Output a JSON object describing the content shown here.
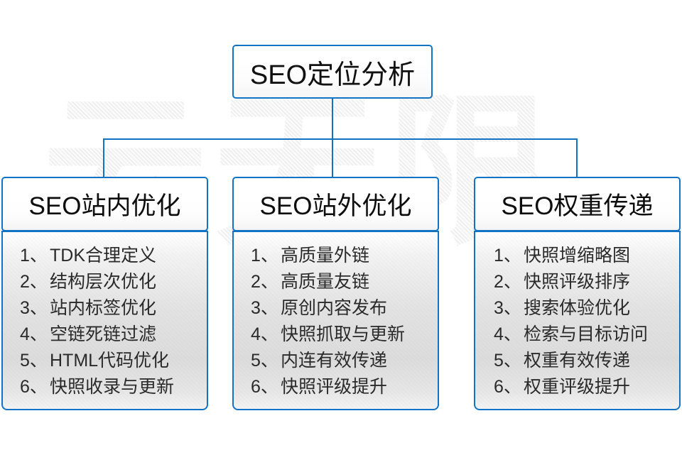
{
  "diagram": {
    "title": "SEO定位分析",
    "watermark_text": "云无限",
    "accent_color": "#1272C4",
    "text_color": "#1A1A1A",
    "panel_gradient_start": "#FFFFFF",
    "panel_gradient_mid": "#DCDCDC",
    "panel_gradient_end": "#F3F3F3",
    "columns": [
      {
        "header": "SEO站内优化",
        "items": [
          {
            "num": "1、",
            "label": "TDK合理定义"
          },
          {
            "num": "2、",
            "label": "结构层次优化"
          },
          {
            "num": "3、",
            "label": "站内标签优化"
          },
          {
            "num": "4、",
            "label": "空链死链过滤"
          },
          {
            "num": "5、",
            "label": "HTML代码优化"
          },
          {
            "num": "6、",
            "label": "快照收录与更新"
          }
        ]
      },
      {
        "header": "SEO站外优化",
        "items": [
          {
            "num": "1、",
            "label": "高质量外链"
          },
          {
            "num": "2、",
            "label": "高质量友链"
          },
          {
            "num": "3、",
            "label": "原创内容发布"
          },
          {
            "num": "4、",
            "label": "快照抓取与更新"
          },
          {
            "num": "5、",
            "label": "内连有效传递"
          },
          {
            "num": "6、",
            "label": "快照评级提升"
          }
        ]
      },
      {
        "header": "SEO权重传递",
        "items": [
          {
            "num": "1、",
            "label": "快照增缩略图"
          },
          {
            "num": "2、",
            "label": "快照评级排序"
          },
          {
            "num": "3、",
            "label": "搜索体验优化"
          },
          {
            "num": "4、",
            "label": "检索与目标访问"
          },
          {
            "num": "5、",
            "label": "权重有效传递"
          },
          {
            "num": "6、",
            "label": "权重评级提升"
          }
        ]
      }
    ]
  }
}
